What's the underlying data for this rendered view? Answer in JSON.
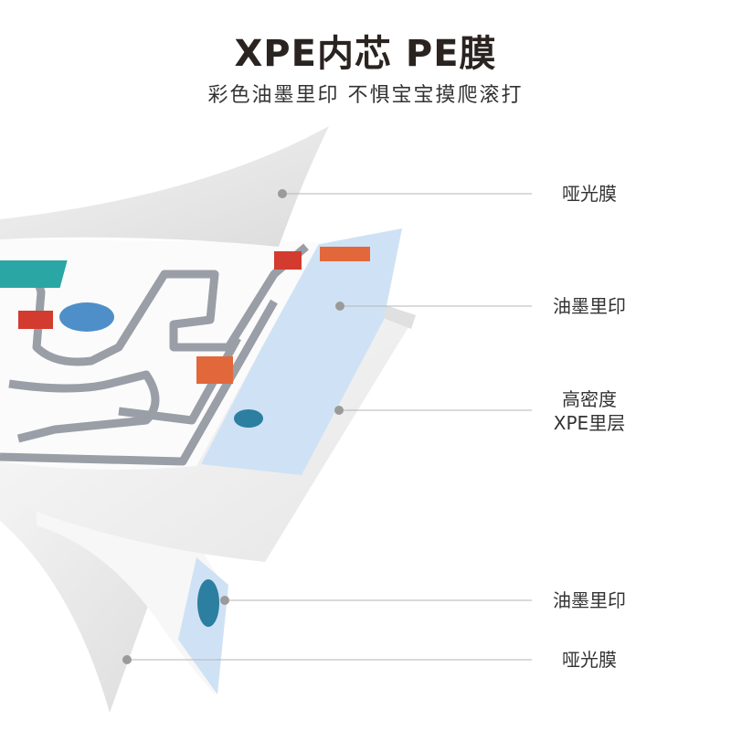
{
  "header": {
    "title": "XPE内芯 PE膜",
    "subtitle": "彩色油墨里印 不惧宝宝摸爬滚打"
  },
  "layers": [
    {
      "label": "哑光膜"
    },
    {
      "label": "油墨里印"
    },
    {
      "label_line1": "高密度",
      "label_line2": "XPE里层"
    },
    {
      "label": "油墨里印"
    },
    {
      "label": "哑光膜"
    }
  ],
  "colors": {
    "film": "#e4e4e4",
    "print_edge": "#cfe2f5",
    "core": "#f2f2f2",
    "road": "#9a9ea6",
    "leader": "#9a9a9a"
  }
}
